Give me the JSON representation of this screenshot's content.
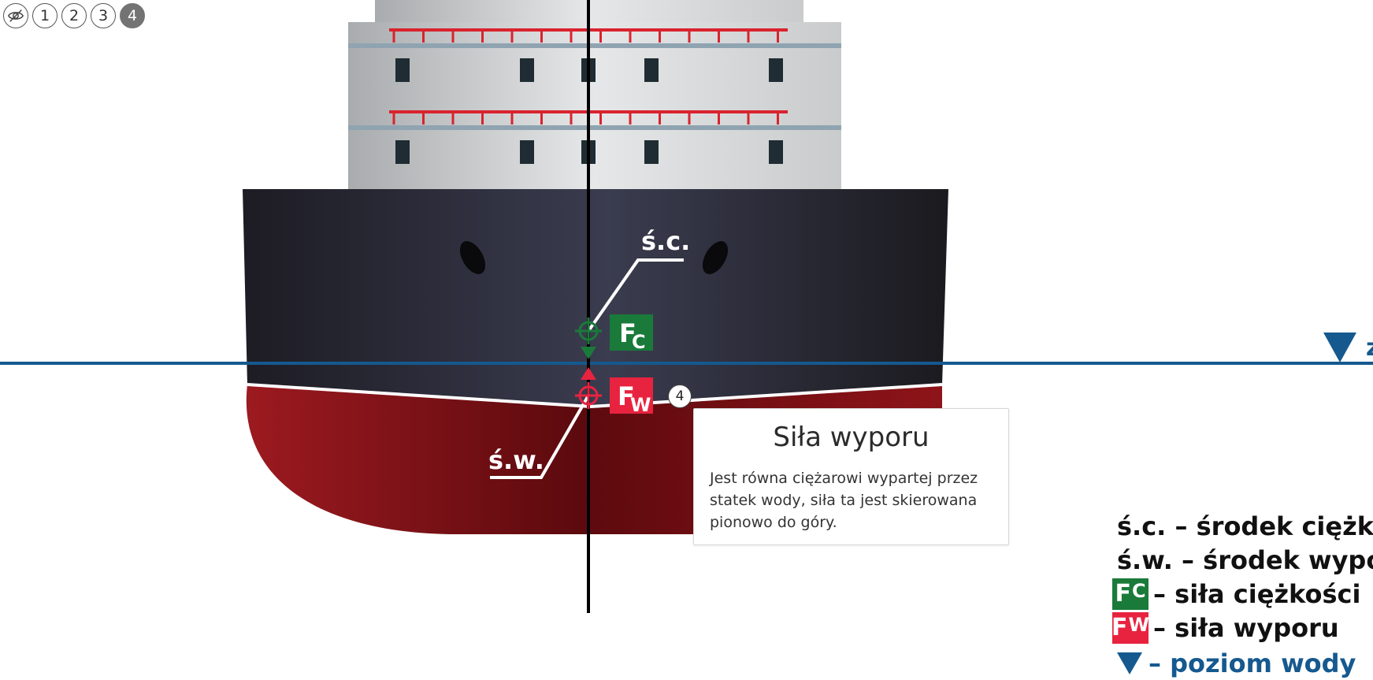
{
  "nav": {
    "buttons": [
      "1",
      "2",
      "3",
      "4"
    ],
    "active": "4",
    "hide_icon": "eye-slash-icon"
  },
  "diagram": {
    "center_of_gravity_label": "ś.c.",
    "center_of_buoyancy_label": "ś.w.",
    "gravity_force": {
      "letter": "F",
      "sub": "C",
      "color": "#1a7a3a"
    },
    "buoyancy_force": {
      "letter": "F",
      "sub": "W",
      "color": "#e8233f"
    },
    "water_level_text": "za",
    "water_color": "#15598f"
  },
  "hotspot": {
    "number": "4"
  },
  "tooltip": {
    "title": "Siła wyporu",
    "body": "Jest równa ciężarowi wypartej przez statek wody, siła ta jest skierowana pionowo do góry."
  },
  "legend": {
    "items": [
      {
        "text": "ś.c. – środek ciężkoś"
      },
      {
        "text": "ś.w. – środek wypor"
      },
      {
        "letter": "F",
        "sub": "C",
        "text": "– siła ciężkości",
        "color": "#1a7a3a"
      },
      {
        "letter": "F",
        "sub": "W",
        "text": "– siła wyporu",
        "color": "#e8233f"
      },
      {
        "text": "– poziom wody",
        "color": "#15598f"
      }
    ]
  }
}
